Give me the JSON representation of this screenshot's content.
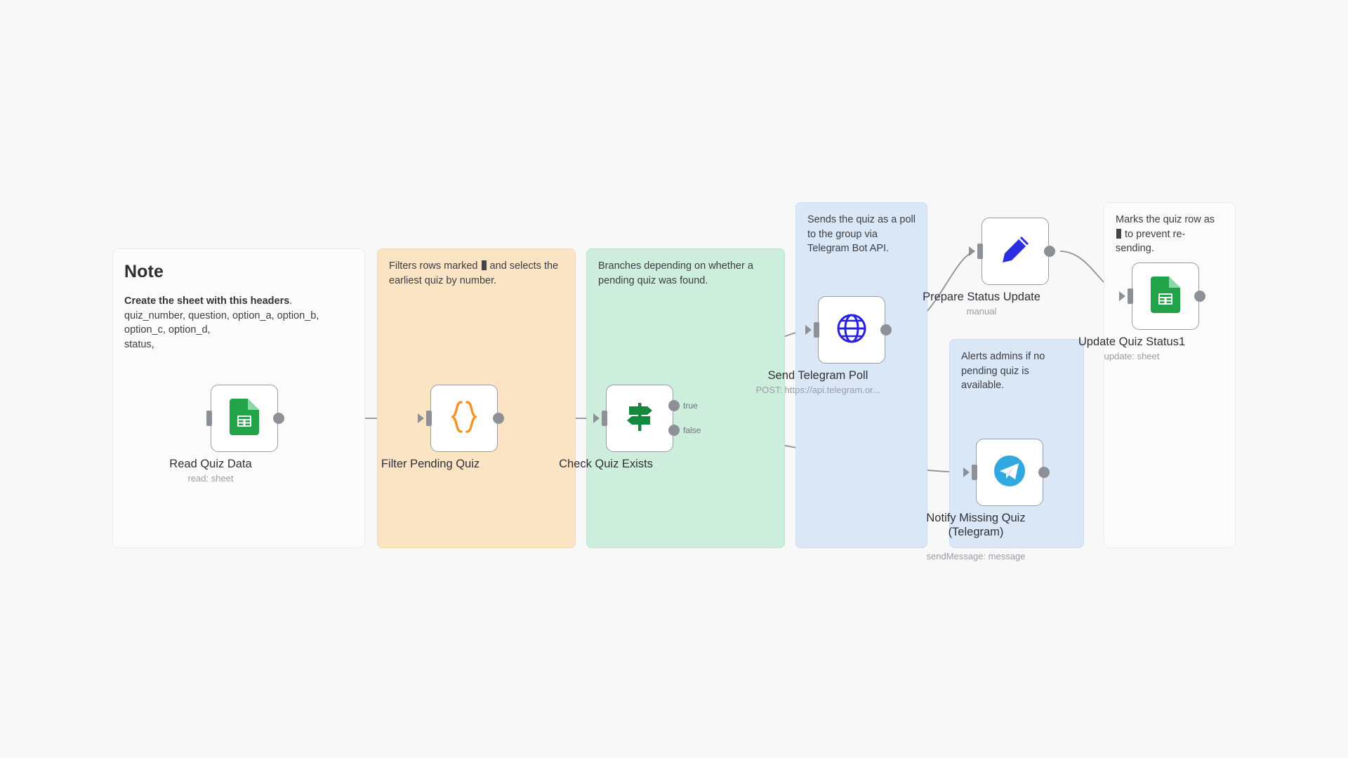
{
  "canvas": {
    "background": "#f8f8f9",
    "node_border_color": "#9a9ca3",
    "connector_color": "#8d9096"
  },
  "notes": [
    {
      "id": "note-setup",
      "color": "white",
      "title": "Note",
      "lead": "Create the sheet with this headers",
      "lead_tail": ".",
      "lines": [
        "quiz_number, question, option_a, option_b,",
        "option_c, option_d,",
        "status,"
      ]
    },
    {
      "id": "note-filter",
      "color": "orange",
      "text_before": "Filters rows marked ",
      "text_after": " and selects the earliest quiz by number."
    },
    {
      "id": "note-branch",
      "color": "green",
      "text": "Branches depending on whether a pending quiz was found."
    },
    {
      "id": "note-poll",
      "color": "blue",
      "text": "Sends the quiz as a poll to the group via Telegram Bot API."
    },
    {
      "id": "note-alert",
      "color": "blue",
      "text": "Alerts admins if no pending quiz is available."
    },
    {
      "id": "note-mark",
      "color": "white",
      "text_before": "Marks the quiz row as ",
      "text_after": " to prevent re-sending."
    }
  ],
  "nodes": [
    {
      "id": "read-quiz-data",
      "icon": "google-sheets-icon",
      "label": "Read Quiz Data",
      "sublabel": "read: sheet"
    },
    {
      "id": "filter-pending-quiz",
      "icon": "code-braces-icon",
      "label": "Filter Pending Quiz",
      "sublabel": ""
    },
    {
      "id": "check-quiz-exists",
      "icon": "switch-signpost-icon",
      "label": "Check Quiz Exists",
      "sublabel": "",
      "outputs": [
        "true",
        "false"
      ]
    },
    {
      "id": "send-telegram-poll",
      "icon": "globe-http-icon",
      "label": "Send Telegram Poll",
      "sublabel": "POST: https://api.telegram.or..."
    },
    {
      "id": "prepare-status-update",
      "icon": "pencil-edit-icon",
      "label": "Prepare Status Update",
      "sublabel": "manual"
    },
    {
      "id": "update-quiz-status1",
      "icon": "google-sheets-icon",
      "label": "Update Quiz Status1",
      "sublabel": "update: sheet"
    },
    {
      "id": "notify-missing-quiz",
      "icon": "telegram-icon",
      "label": "Notify Missing Quiz\n(Telegram)",
      "sublabel": "sendMessage: message"
    }
  ],
  "colors": {
    "sheets_green": "#22a34a",
    "code_orange": "#f59323",
    "switch_green": "#14883d",
    "http_blue": "#2921e0",
    "set_blue": "#2b2fe0",
    "telegram_blue": "#32a8e1"
  }
}
